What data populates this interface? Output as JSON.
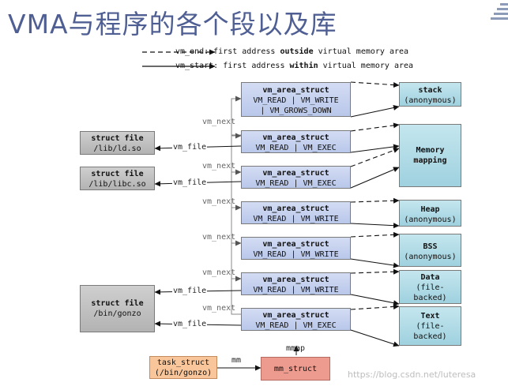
{
  "title": "VMA与程序的各个段以及库",
  "legend": {
    "end_prefix": "vm_end: first address ",
    "end_bold": "outside",
    "end_suffix": " virtual memory area",
    "start_prefix": "vm_start: first address ",
    "start_bold": "within",
    "start_suffix": " virtual memory area"
  },
  "vma_boxes": [
    {
      "name": "vm_area_struct",
      "l1": "VM_READ | VM_WRITE",
      "l2": "| VM_GROWS_DOWN"
    },
    {
      "name": "vm_area_struct",
      "l1": "VM_READ | VM_EXEC"
    },
    {
      "name": "vm_area_struct",
      "l1": "VM_READ | VM_EXEC"
    },
    {
      "name": "vm_area_struct",
      "l1": "VM_READ | VM_WRITE"
    },
    {
      "name": "vm_area_struct",
      "l1": "VM_READ | VM_WRITE"
    },
    {
      "name": "vm_area_struct",
      "l1": "VM_READ | VM_WRITE"
    },
    {
      "name": "vm_area_struct",
      "l1": "VM_READ | VM_EXEC"
    }
  ],
  "files": [
    {
      "title": "struct file",
      "path": "/lib/ld.so"
    },
    {
      "title": "struct file",
      "path": "/lib/libc.so"
    },
    {
      "title": "struct file",
      "path": "/bin/gonzo"
    }
  ],
  "regions": [
    {
      "l1": "stack",
      "l2": "(anonymous)"
    },
    {
      "l1": "Memory",
      "l2": "mapping"
    },
    {
      "l1": "Heap",
      "l2": "(anonymous)"
    },
    {
      "l1": "BSS",
      "l2": "(anonymous)"
    },
    {
      "l1": "Data",
      "l2": "(file-",
      "l3": "backed)"
    },
    {
      "l1": "Text",
      "l2": "(file-",
      "l3": "backed)"
    }
  ],
  "labels": {
    "vm_next": "vm_next",
    "vm_file": "vm_file",
    "mmap": "mmap",
    "mm": "mm"
  },
  "task_struct": {
    "l1": "task_struct",
    "l2": "(/bin/gonzo)"
  },
  "mm_struct": "mm_struct",
  "watermark": "https://blog.csdn.net/luteresa"
}
